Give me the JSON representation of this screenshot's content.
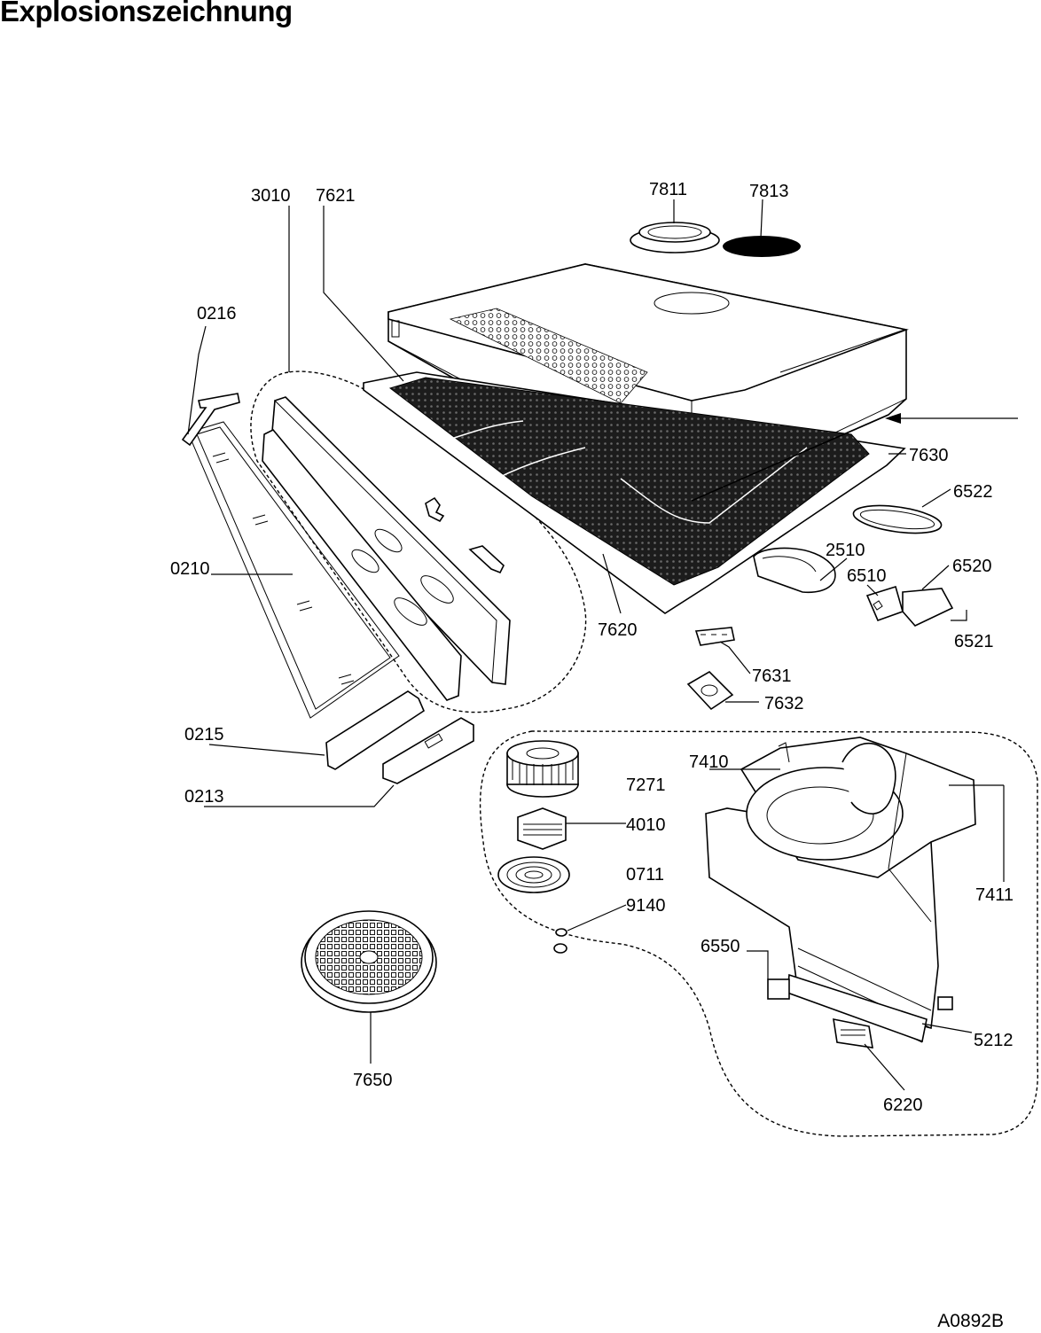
{
  "title": "Explosionszeichnung",
  "drawing_code": "A0892B",
  "parts": [
    {
      "id": "p3010",
      "label": "3010"
    },
    {
      "id": "p7621",
      "label": "7621"
    },
    {
      "id": "p7811",
      "label": "7811"
    },
    {
      "id": "p7813",
      "label": "7813"
    },
    {
      "id": "p0216",
      "label": "0216"
    },
    {
      "id": "p7630",
      "label": "7630"
    },
    {
      "id": "p6522",
      "label": "6522"
    },
    {
      "id": "p0210",
      "label": "0210"
    },
    {
      "id": "p2510",
      "label": "2510"
    },
    {
      "id": "p6510",
      "label": "6510"
    },
    {
      "id": "p6520",
      "label": "6520"
    },
    {
      "id": "p7620",
      "label": "7620"
    },
    {
      "id": "p6521",
      "label": "6521"
    },
    {
      "id": "p7631",
      "label": "7631"
    },
    {
      "id": "p7632",
      "label": "7632"
    },
    {
      "id": "p0215",
      "label": "0215"
    },
    {
      "id": "p7410",
      "label": "7410"
    },
    {
      "id": "p7271",
      "label": "7271"
    },
    {
      "id": "p0213",
      "label": "0213"
    },
    {
      "id": "p4010",
      "label": "4010"
    },
    {
      "id": "p0711",
      "label": "0711"
    },
    {
      "id": "p7411",
      "label": "7411"
    },
    {
      "id": "p9140",
      "label": "9140"
    },
    {
      "id": "p6550",
      "label": "6550"
    },
    {
      "id": "p5212",
      "label": "5212"
    },
    {
      "id": "p7650",
      "label": "7650"
    },
    {
      "id": "p6220",
      "label": "6220"
    }
  ]
}
